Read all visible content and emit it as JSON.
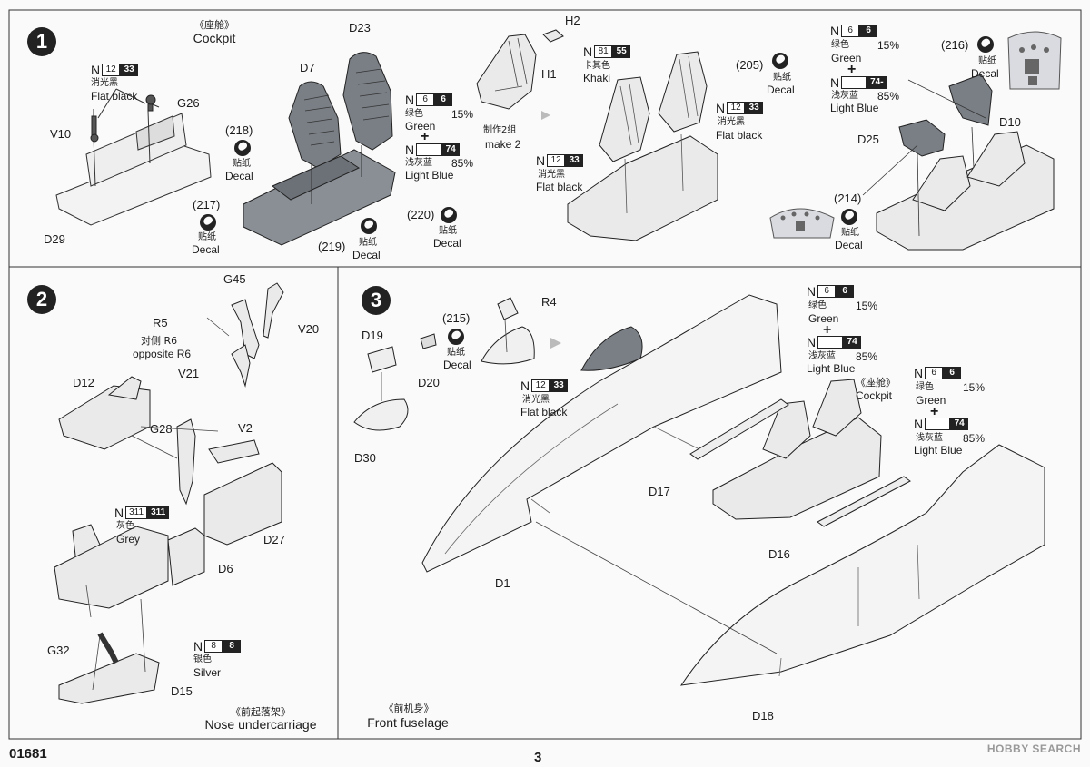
{
  "doc_code": "01681",
  "page_number": "3",
  "watermark": "HOBBY SEARCH",
  "steps": {
    "s1": {
      "num": "1",
      "title_zh": "《座舱》",
      "title_en": "Cockpit"
    },
    "s2": {
      "num": "2",
      "title_zh": "《前起落架》",
      "title_en": "Nose undercarriage"
    },
    "s3": {
      "num": "3",
      "title_zh": "《前机身》",
      "title_en": "Front fuselage"
    }
  },
  "colors": {
    "flat_black": {
      "n": "N",
      "box": "12",
      "blk": "33",
      "zh": "消光黑",
      "en": "Flat black"
    },
    "green": {
      "n": "N",
      "box": "6",
      "blk": "6",
      "zh": "绿色",
      "en": "Green",
      "pct": "15%"
    },
    "light_blue": {
      "n": "N",
      "box": "",
      "blk": "74",
      "zh": "浅灰蓝",
      "en": "Light Blue",
      "pct": "85%"
    },
    "light_blue_alt": {
      "blk": "74-"
    },
    "khaki": {
      "n": "N",
      "box": "81",
      "blk": "55",
      "zh": "卡其色",
      "en": "Khaki"
    },
    "grey": {
      "n": "N",
      "box": "311",
      "blk": "311",
      "zh": "灰色",
      "en": "Grey"
    },
    "silver": {
      "n": "N",
      "box": "8",
      "blk": "8",
      "zh": "银色",
      "en": "Silver"
    }
  },
  "decal": {
    "zh": "贴纸",
    "en": "Decal"
  },
  "make2": {
    "zh": "制作2组",
    "en": "make 2"
  },
  "opposite": {
    "zh": "对侧 R6",
    "en": "opposite R6"
  },
  "parts": {
    "V10": "V10",
    "G26": "G26",
    "D29": "D29",
    "D7": "D7",
    "D23": "D23",
    "d218": "(218)",
    "d217": "(217)",
    "d219": "(219)",
    "d220": "(220)",
    "H2": "H2",
    "H1": "H1",
    "d205": "(205)",
    "d216": "(216)",
    "D10": "D10",
    "D25": "D25",
    "d214": "(214)",
    "G45": "G45",
    "R5": "R5",
    "V20": "V20",
    "V21": "V21",
    "D12": "D12",
    "G28": "G28",
    "V2": "V2",
    "D27": "D27",
    "D6": "D6",
    "G32": "G32",
    "D15": "D15",
    "R4": "R4",
    "d215": "(215)",
    "D19": "D19",
    "D20": "D20",
    "D30": "D30",
    "D1": "D1",
    "D17": "D17",
    "D16": "D16",
    "D18": "D18"
  }
}
